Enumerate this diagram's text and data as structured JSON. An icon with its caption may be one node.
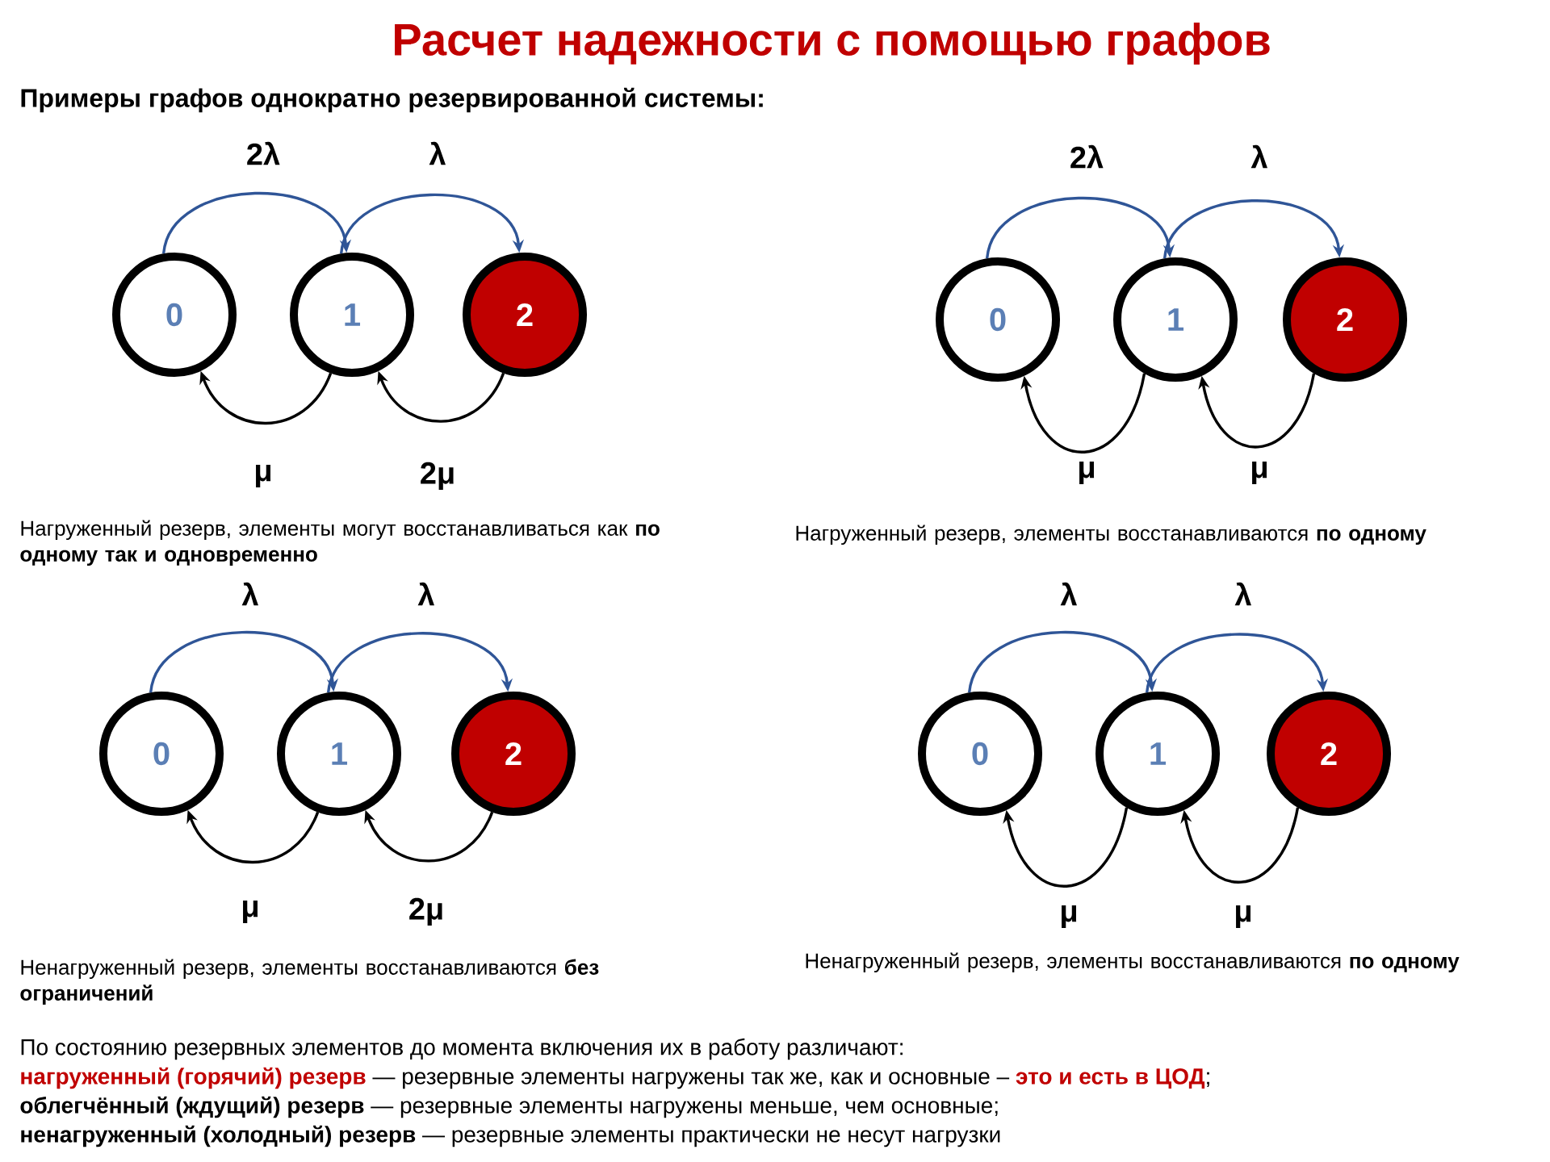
{
  "diagram": {
    "title": "Расчет надежности с помощью графов",
    "nodes": [
      {
        "text": [
          "0"
        ]
      },
      {
        "text": [
          "1"
        ]
      },
      {
        "text": [
          "2"
        ]
      },
      {
        "text": [
          "0"
        ]
      },
      {
        "text": [
          "1"
        ]
      },
      {
        "text": [
          "2"
        ]
      },
      {
        "text": [
          "0"
        ]
      },
      {
        "text": [
          "1"
        ]
      },
      {
        "text": [
          "2"
        ]
      },
      {
        "text": [
          "0"
        ]
      },
      {
        "text": [
          "1"
        ]
      },
      {
        "text": [
          "2"
        ]
      }
    ],
    "edges": [
      {
        "from": 0,
        "to": 1,
        "arrow": "to",
        "label": "2λ",
        "color": "#2f5597"
      },
      {
        "from": 1,
        "to": 2,
        "arrow": "to",
        "label": "λ",
        "color": "#2f5597"
      },
      {
        "from": 1,
        "to": 0,
        "arrow": "to",
        "label": "μ",
        "color": "#000000"
      },
      {
        "from": 2,
        "to": 1,
        "arrow": "to",
        "label": "2μ",
        "color": "#000000"
      },
      {
        "from": 3,
        "to": 4,
        "arrow": "to",
        "label": "2λ",
        "color": "#2f5597"
      },
      {
        "from": 4,
        "to": 5,
        "arrow": "to",
        "label": "λ",
        "color": "#2f5597"
      },
      {
        "from": 4,
        "to": 3,
        "arrow": "to",
        "label": "μ",
        "color": "#000000"
      },
      {
        "from": 5,
        "to": 4,
        "arrow": "to",
        "label": "μ",
        "color": "#000000"
      },
      {
        "from": 6,
        "to": 7,
        "arrow": "to",
        "label": "λ",
        "color": "#2f5597"
      },
      {
        "from": 7,
        "to": 8,
        "arrow": "to",
        "label": "λ",
        "color": "#2f5597"
      },
      {
        "from": 7,
        "to": 6,
        "arrow": "to",
        "label": "μ",
        "color": "#000000"
      },
      {
        "from": 8,
        "to": 7,
        "arrow": "to",
        "label": "2μ",
        "color": "#000000"
      },
      {
        "from": 9,
        "to": 10,
        "arrow": "to",
        "label": "λ",
        "color": "#2f5597"
      },
      {
        "from": 10,
        "to": 11,
        "arrow": "to",
        "label": "λ",
        "color": "#2f5597"
      },
      {
        "from": 10,
        "to": 9,
        "arrow": "to",
        "label": "μ",
        "color": "#000000"
      },
      {
        "from": 11,
        "to": 10,
        "arrow": "to",
        "label": "μ",
        "color": "#000000"
      }
    ],
    "labels": [
      "Примеры графов однократно резервированной системы:",
      "Нагруженный резерв, элементы могут восстанавливаться как **по одному так и одновременно**",
      "Нагруженный резерв, элементы восстанавливаются **по одному**",
      "Ненагруженный резерв, элементы восстанавливаются **без ограничений**",
      "Ненагруженный резерв, элементы восстанавливаются **по одному**",
      "По состоянию резервных элементов до момента включения их в работу различают:",
      "**нагруженный (горячий) резерв** — резервные элементы нагружены так же, как и основные – **это и есть в ЦОД**;",
      "**облегчённый (ждущий) резерв** — резервные элементы нагружены меньше, чем основные;",
      "**ненагруженный (холодный) резерв** — резервные элементы практически не несут нагрузки"
    ]
  }
}
